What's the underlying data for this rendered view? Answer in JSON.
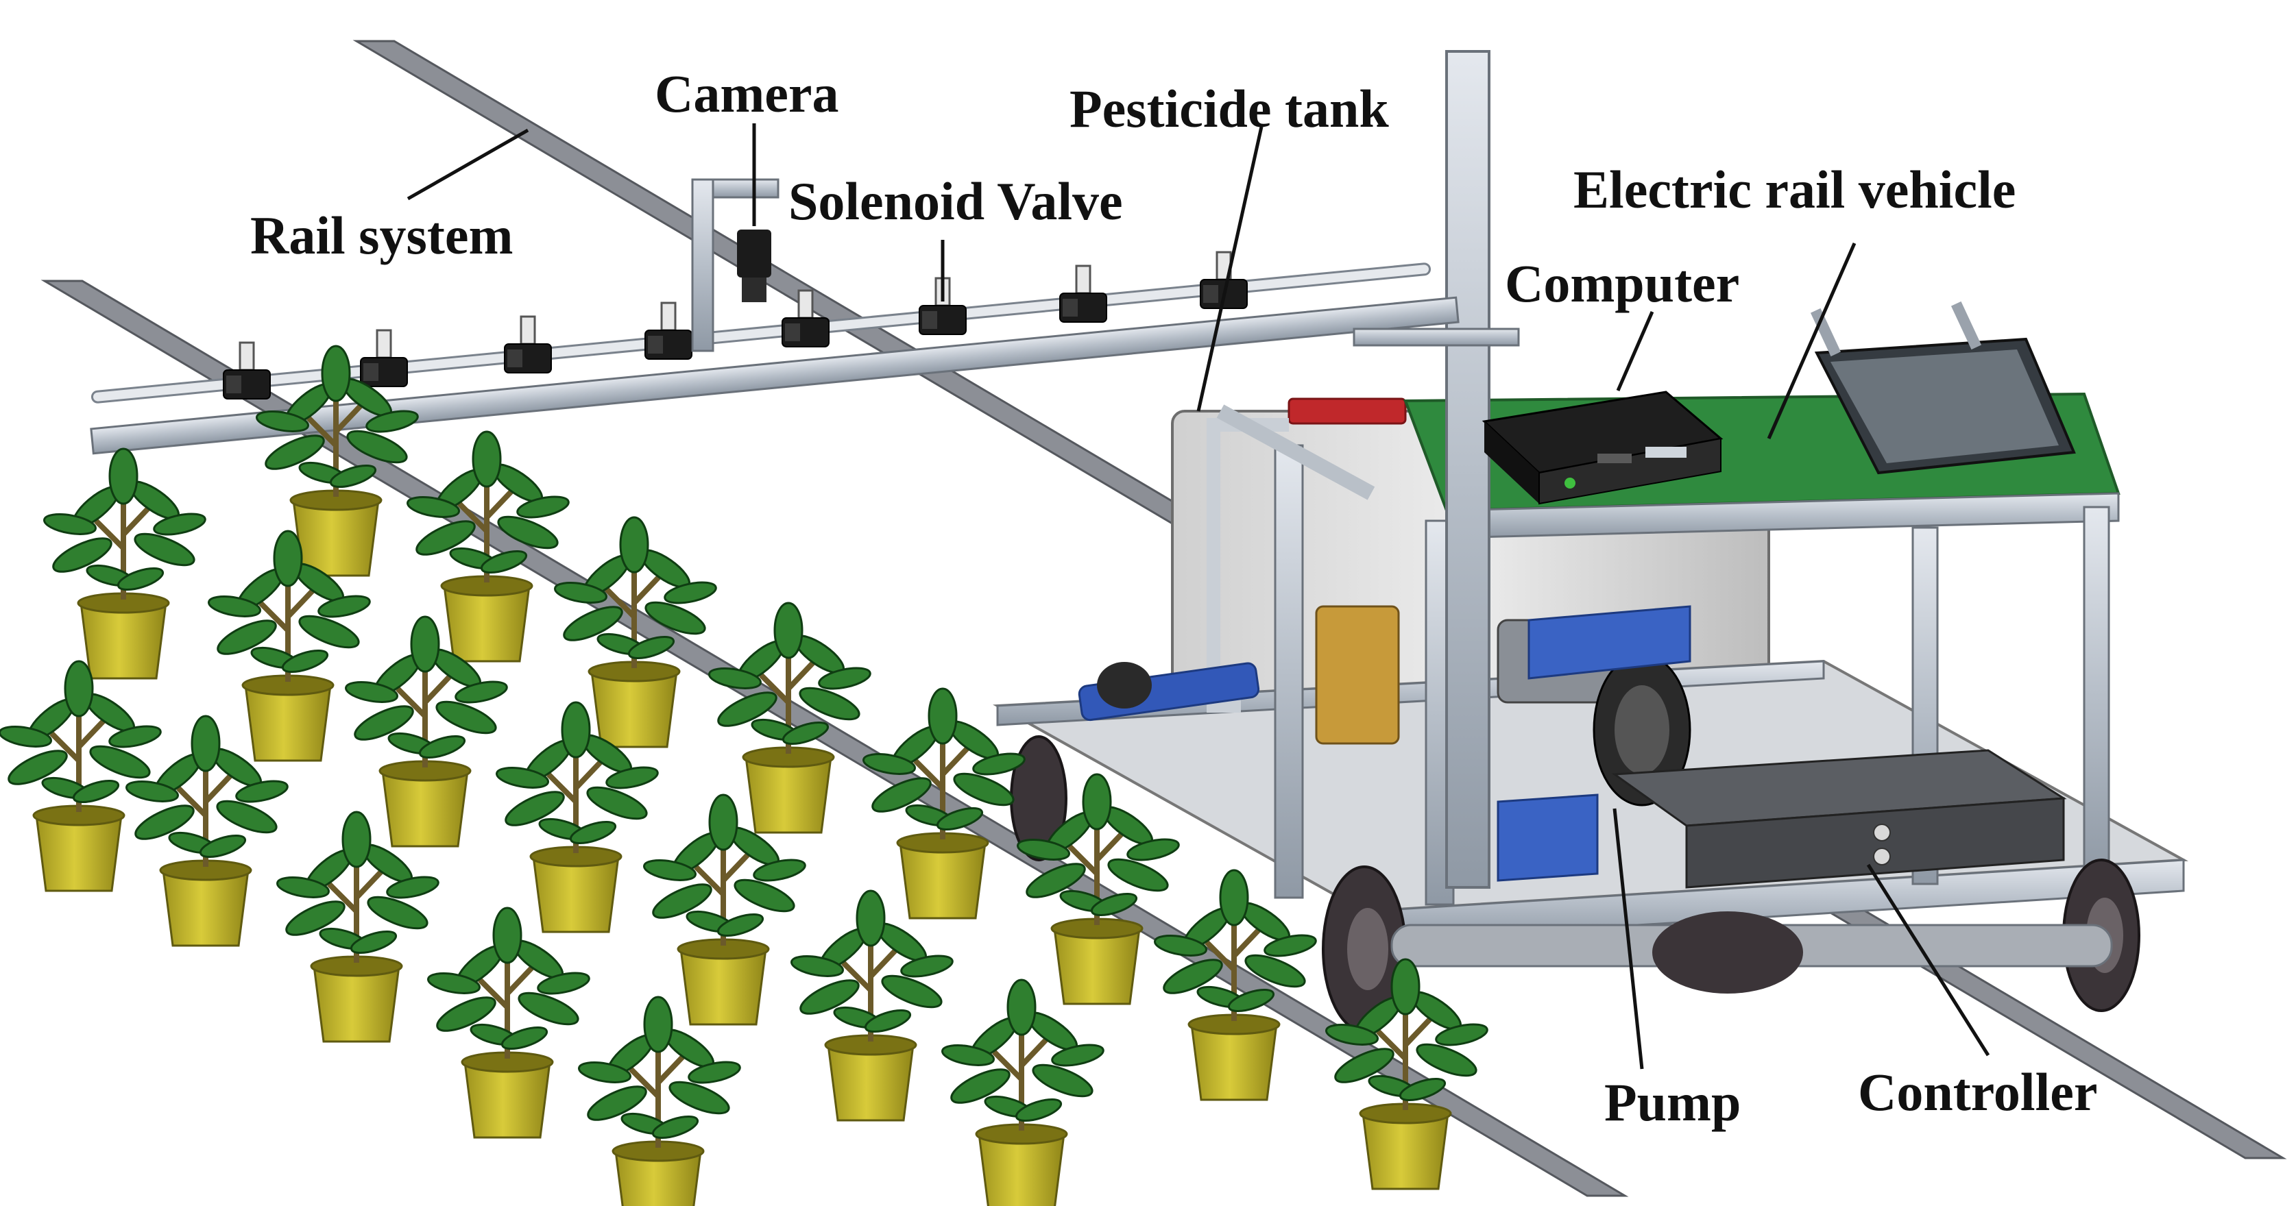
{
  "labels": {
    "camera": "Camera",
    "rail_system": "Rail system",
    "solenoid_valve": "Solenoid Valve",
    "pesticide_tank": "Pesticide tank",
    "electric_rail_vehicle": "Electric rail vehicle",
    "computer": "Computer",
    "pump": "Pump",
    "controller": "Controller"
  },
  "colors": {
    "background": "#ffffff",
    "rail": "#8c8f96",
    "aluminum_frame": "#c3cad3",
    "deck": "#2f8a3e",
    "leaf": "#2f7f2f",
    "pot": "#c6b92c",
    "pump_housing": "#3a63c4",
    "controller_box": "#4a4c50",
    "tank": "#dcdcdc",
    "wheel": "#3b3438"
  },
  "icons": [
    "computer-icon",
    "tablet-icon",
    "camera-icon",
    "solenoid-valve-icon",
    "plant-icon",
    "wheel-icon"
  ]
}
